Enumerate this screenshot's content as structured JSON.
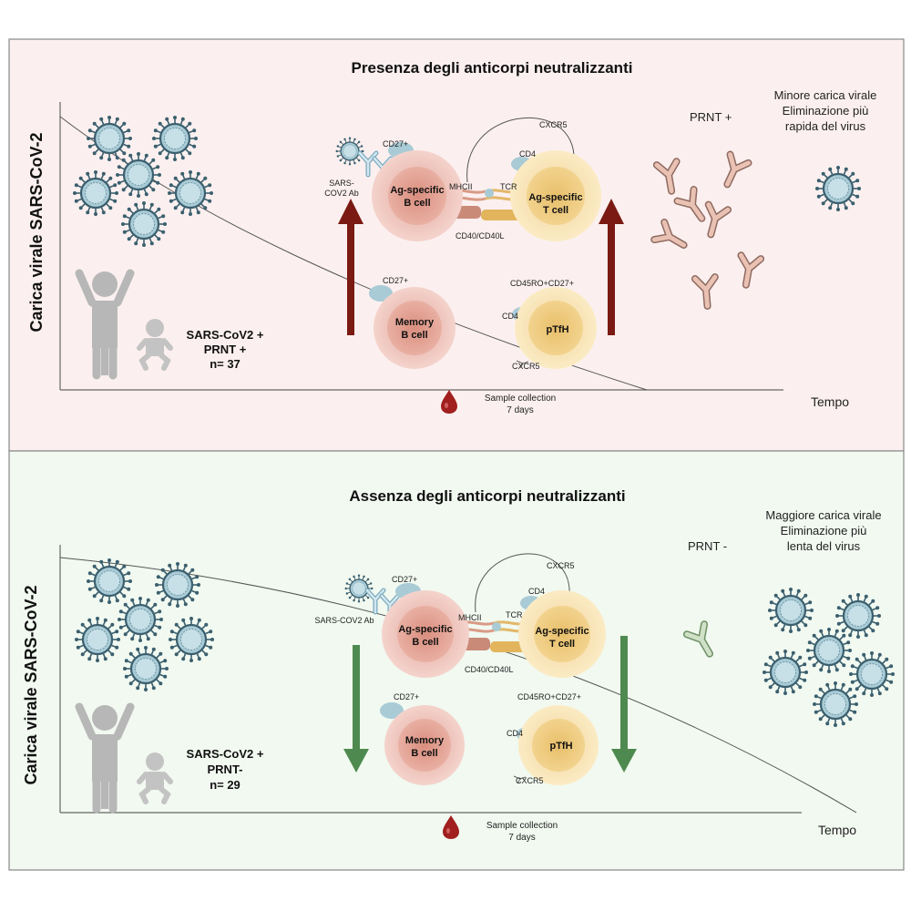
{
  "top": {
    "title": "Presenza degli anticorpi neutralizzanti",
    "ylabel": "Carica virale SARS-CoV-2",
    "xlabel": "Tempo",
    "cohort": [
      "SARS-CoV2 +",
      "PRNT +",
      "n= 37"
    ],
    "prnt": "PRNT +",
    "outcome": [
      "Minore carica virale",
      "Eliminazione più",
      "rapida del virus"
    ],
    "sample": [
      "Sample collection",
      "7 days"
    ],
    "ab_label": [
      "SARS-",
      "COV2 Ab"
    ],
    "cells": {
      "ag_b": [
        "Ag-specific",
        "B cell"
      ],
      "ag_t": [
        "Ag-specific",
        "T cell"
      ],
      "mem_b": [
        "Memory",
        "B cell"
      ],
      "ptfh": "pTfH"
    },
    "markers": {
      "cd27_a": "CD27+",
      "cd27_b": "CD27+",
      "cxcr5_top": "CXCR5",
      "cd4_a": "CD4",
      "mhcii": "MHCII",
      "tcr": "TCR",
      "cd40": "CD40/CD40L",
      "cd45": "CD45RO+CD27+",
      "cd4_b": "CD4",
      "cxcr5_bottom": "CXCR5"
    },
    "arrow_direction": "up",
    "arrow_color": "#7a1a12",
    "panel_bg": "#fbf0ef"
  },
  "bottom": {
    "title": "Assenza degli anticorpi neutralizzanti",
    "ylabel": "Carica virale SARS-CoV-2",
    "xlabel": "Tempo",
    "cohort": [
      "SARS-CoV2 +",
      "PRNT-",
      "n= 29"
    ],
    "prnt": "PRNT -",
    "outcome": [
      "Maggiore carica virale",
      "Eliminazione più",
      "lenta del virus"
    ],
    "sample": [
      "Sample collection",
      "7 days"
    ],
    "ab_label": [
      "SARS-COV2 Ab"
    ],
    "cells": {
      "ag_b": [
        "Ag-specific",
        "B cell"
      ],
      "ag_t": [
        "Ag-specific",
        "T cell"
      ],
      "mem_b": [
        "Memory",
        "B cell"
      ],
      "ptfh": "pTfH"
    },
    "markers": {
      "cd27_a": "CD27+",
      "cd27_b": "CD27+",
      "cxcr5_top": "CXCR5",
      "cd4_a": "CD4",
      "mhcii": "MHCII",
      "tcr": "TCR",
      "cd40": "CD40/CD40L",
      "cd45": "CD45RO+CD27+",
      "cd4_b": "CD4",
      "cxcr5_bottom": "CXCR5"
    },
    "arrow_direction": "down",
    "arrow_color": "#4e8a4f",
    "panel_bg": "#f1f9f0"
  }
}
